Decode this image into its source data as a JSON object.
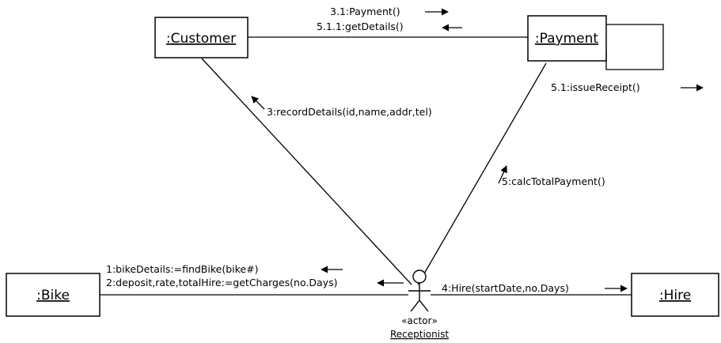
{
  "objects": {
    "customer": ":Customer",
    "payment": ":Payment",
    "bike": ":Bike",
    "hire": ":Hire"
  },
  "actor": {
    "stereotype": "«actor»",
    "name": "Receptionist"
  },
  "messages": {
    "m3_1": "3.1:Payment()",
    "m5_1_1": "5.1.1:getDetails()",
    "m5_1": "5.1:issueReceipt()",
    "m3": "3:recordDetails(id,name,addr,tel)",
    "m5": "5:calcTotalPayment()",
    "m1": "1:bikeDetails:=findBike(bike#)",
    "m2": "2:deposit,rate,totalHire:=getCharges(no.Days)",
    "m4": "4:Hire(startDate,no.Days)"
  }
}
